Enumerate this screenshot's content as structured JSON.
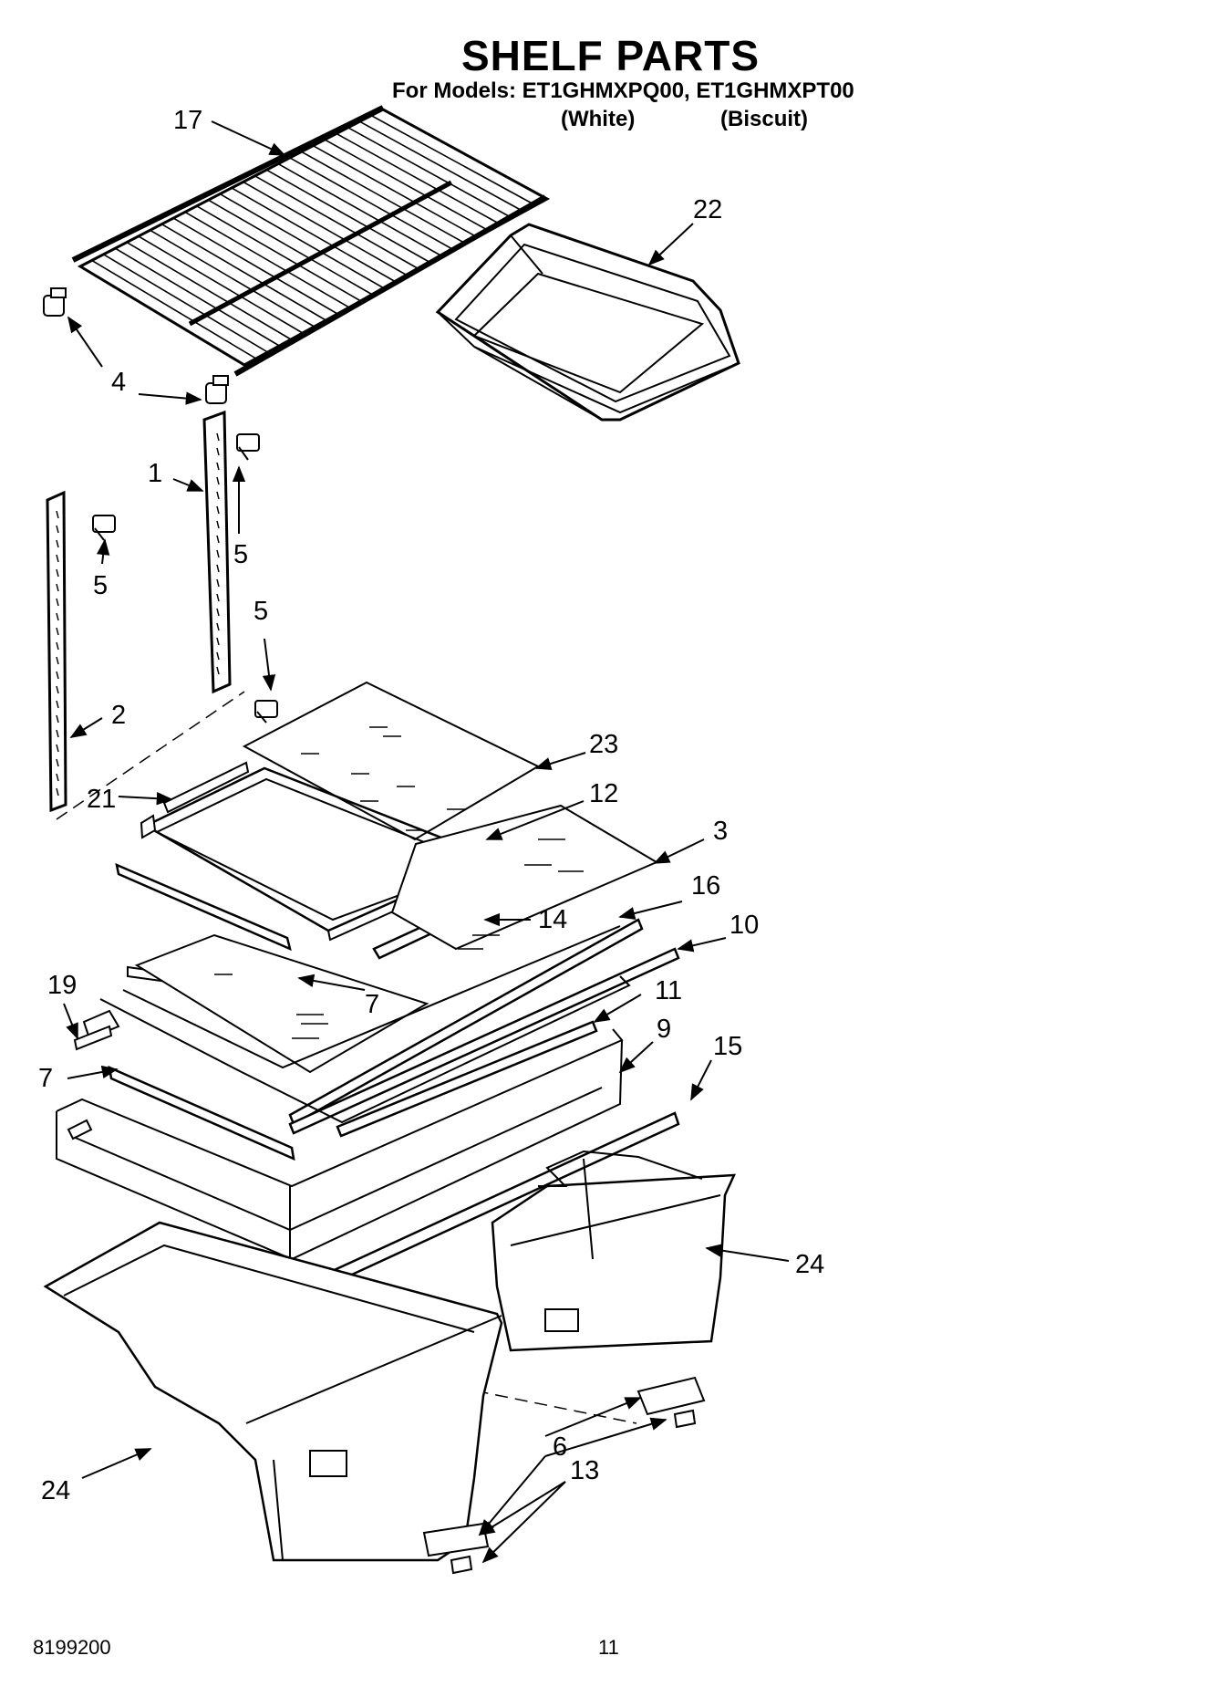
{
  "header": {
    "title": "SHELF PARTS",
    "models_line": "For Models: ET1GHMXPQ00, ET1GHMXPT00",
    "variant_white": "(White)",
    "variant_biscuit": "(Biscuit)"
  },
  "callouts": {
    "c17": "17",
    "c22": "22",
    "c4": "4",
    "c1": "1",
    "c5a": "5",
    "c5b": "5",
    "c5c": "5",
    "c2": "2",
    "c23": "23",
    "c21": "21",
    "c12": "12",
    "c3": "3",
    "c16": "16",
    "c14": "14",
    "c10": "10",
    "c19": "19",
    "c7a": "7",
    "c11": "11",
    "c9": "9",
    "c7b": "7",
    "c15": "15",
    "c24a": "24",
    "c6": "6",
    "c13": "13",
    "c24b": "24"
  },
  "footer": {
    "doc_number": "8199200",
    "page_number": "11"
  }
}
